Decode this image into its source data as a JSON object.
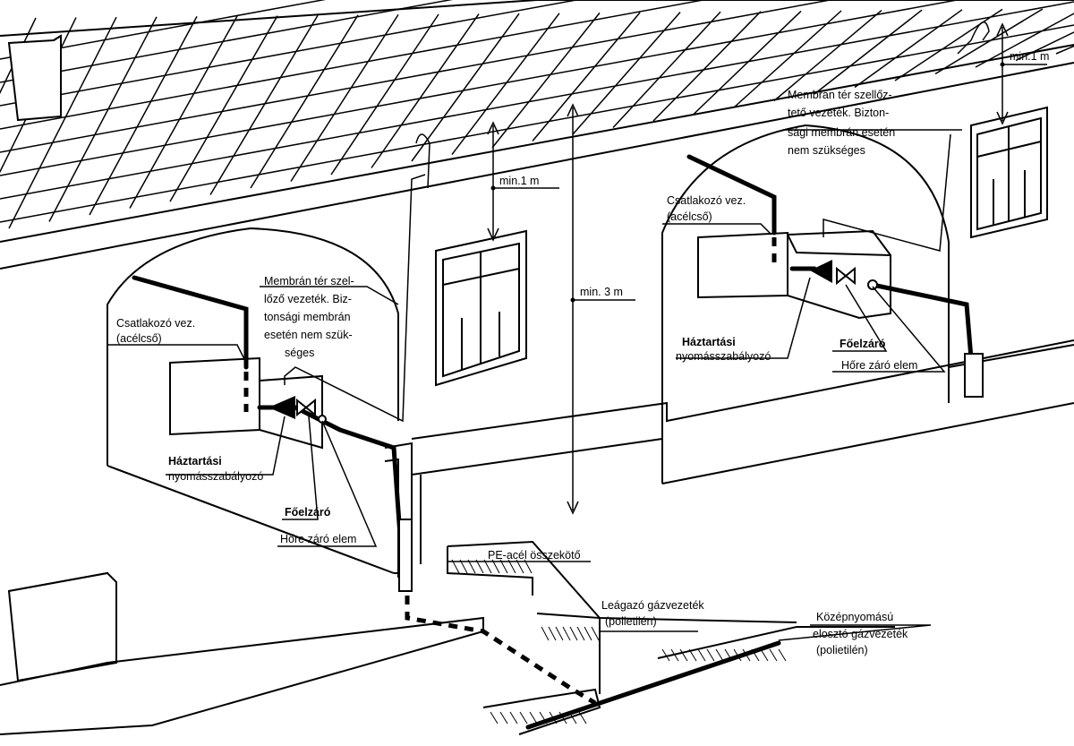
{
  "labels": {
    "min1_left": "min.1 m",
    "min1_right": "min.1 m",
    "min3": "min. 3 m",
    "membran_left": [
      "Membrán tér szel-",
      "lőző vezeték. Biz-",
      "tonsági membrán",
      "esetén nem szük-",
      "séges"
    ],
    "membran_right": [
      "Membrán tér szellőz-",
      "tető vezeték. Bizton-",
      "sági membrán esetén",
      "nem szükséges"
    ],
    "csatlakozo_left": [
      "Csatlakozó vez.",
      "(acélcső)"
    ],
    "csatlakozo_right": [
      "Csatlakozó vez.",
      "(acélcső)"
    ],
    "haztartasi_left": [
      "Háztartási",
      "nyomásszabályozó"
    ],
    "haztartasi_right": [
      "Háztartási",
      "nyomásszabályozó"
    ],
    "foelzaro_left": "Főelzáró",
    "foelzaro_right": "Főelzáró",
    "hore_left": "Hőre záró elem",
    "hore_right": "Hőre záró elem",
    "pe_acel": "PE-acél összekötő",
    "leagazo": [
      "Leágazó gázvezeték",
      "(polietilén)"
    ],
    "kozepnyomasu": [
      "Középnyomású",
      "elosztó gázvezeték",
      "(polietilén)"
    ]
  }
}
